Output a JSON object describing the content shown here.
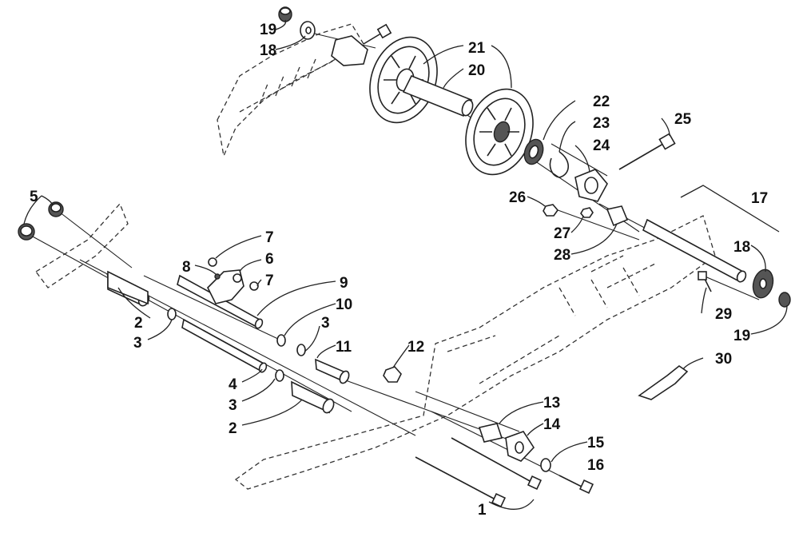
{
  "callouts": [
    {
      "n": "1"
    },
    {
      "n": "2"
    },
    {
      "n": "2"
    },
    {
      "n": "3"
    },
    {
      "n": "3"
    },
    {
      "n": "3"
    },
    {
      "n": "4"
    },
    {
      "n": "5"
    },
    {
      "n": "6"
    },
    {
      "n": "7"
    },
    {
      "n": "7"
    },
    {
      "n": "8"
    },
    {
      "n": "9"
    },
    {
      "n": "10"
    },
    {
      "n": "11"
    },
    {
      "n": "12"
    },
    {
      "n": "13"
    },
    {
      "n": "14"
    },
    {
      "n": "15"
    },
    {
      "n": "16"
    },
    {
      "n": "17"
    },
    {
      "n": "18"
    },
    {
      "n": "18"
    },
    {
      "n": "19"
    },
    {
      "n": "19"
    },
    {
      "n": "20"
    },
    {
      "n": "21"
    },
    {
      "n": "22"
    },
    {
      "n": "23"
    },
    {
      "n": "24"
    },
    {
      "n": "25"
    },
    {
      "n": "26"
    },
    {
      "n": "27"
    },
    {
      "n": "28"
    },
    {
      "n": "29"
    },
    {
      "n": "30"
    }
  ]
}
